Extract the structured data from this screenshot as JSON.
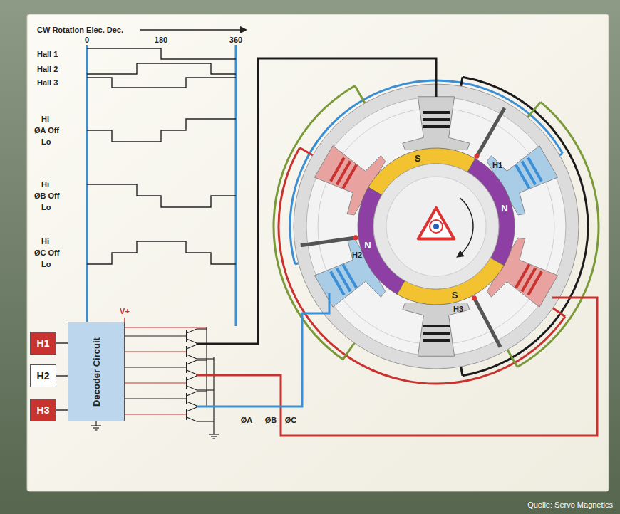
{
  "diagram": {
    "nodes": [
      {
        "text": [
          "H1"
        ]
      },
      {
        "text": [
          "H2"
        ]
      },
      {
        "text": [
          "H3"
        ]
      },
      {
        "text": [
          "Decoder Circuit"
        ]
      }
    ],
    "edges": [
      {
        "from": 0,
        "to": 3,
        "arrow": "none"
      },
      {
        "from": 1,
        "to": 3,
        "arrow": "none"
      },
      {
        "from": 2,
        "to": 3,
        "arrow": "none"
      }
    ],
    "labels": [
      "CW Rotation Elec. Dec.",
      "0",
      "180",
      "360",
      "Hall 1",
      "Hall 2",
      "Hall 3",
      "Hi",
      "ØA Off",
      "Lo",
      "Hi",
      "ØB Off",
      "Lo",
      "Hi",
      "ØC Off",
      "Lo",
      "V+",
      "ØA",
      "ØB",
      "ØC",
      "S",
      "N",
      "N",
      "S",
      "H1",
      "H2",
      "H3",
      "Quelle: Servo Magnetics"
    ]
  }
}
